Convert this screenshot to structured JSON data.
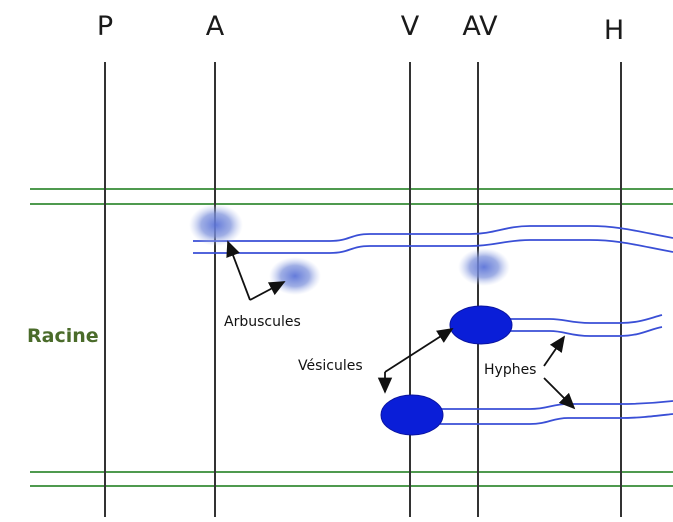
{
  "columns": [
    "P",
    "A",
    "V",
    "AV",
    "H"
  ],
  "labels": {
    "racine": "Racine",
    "arbuscules": "Arbuscules",
    "vesicules": "Vésicules",
    "hyphes": "Hyphes"
  },
  "colors": {
    "root_lines": "#4f9a4f",
    "hyphae": "#3a4fd6",
    "vesicle": "#0a1ed8",
    "arbuscule": "#6f86d6",
    "racine_text": "#4a6b2a",
    "vertical_lines": "#333333"
  }
}
